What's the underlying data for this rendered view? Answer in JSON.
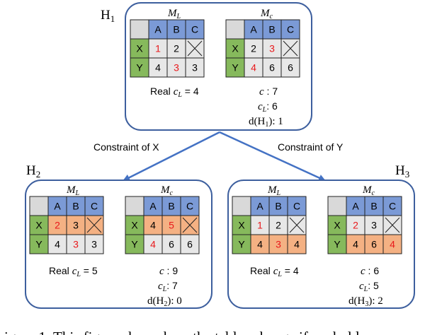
{
  "colors": {
    "header": "#7b9ad6",
    "row": "#86b95c",
    "corner": "#d9d9d9",
    "cell": "#e7e7e7",
    "highlight": "#f4b183",
    "red": "#e8191c",
    "box_border": "#3d5f9e",
    "arrow": "#4472c4"
  },
  "columns": [
    "A",
    "B",
    "C"
  ],
  "rows": [
    "X",
    "Y"
  ],
  "h1": {
    "label": "H",
    "sub": "1",
    "ml": {
      "title": "M",
      "title_sub": "L",
      "cells": [
        [
          {
            "v": "1",
            "red": true,
            "hl": false
          },
          {
            "v": "2",
            "red": false,
            "hl": false
          },
          {
            "v": "",
            "x": true
          }
        ],
        [
          {
            "v": "4",
            "red": false,
            "hl": false
          },
          {
            "v": "3",
            "red": true,
            "hl": false
          },
          {
            "v": "3",
            "red": false,
            "hl": false
          }
        ]
      ]
    },
    "mc": {
      "title": "M",
      "title_sub": "c",
      "cells": [
        [
          {
            "v": "2",
            "red": false,
            "hl": false
          },
          {
            "v": "3",
            "red": true,
            "hl": false
          },
          {
            "v": "",
            "x": true
          }
        ],
        [
          {
            "v": "4",
            "red": true,
            "hl": false
          },
          {
            "v": "6",
            "red": false,
            "hl": false
          },
          {
            "v": "6",
            "red": false,
            "hl": false
          }
        ]
      ]
    },
    "left_caption": {
      "pre": "Real ",
      "var": "c",
      "sub": "L",
      "post": " = 4"
    },
    "c_line": {
      "var": "c",
      "post": " : 7"
    },
    "cl_line": {
      "var": "c",
      "sub": "L",
      "post": ": 6"
    },
    "d_line": {
      "pre": "d(H",
      "sub": "1",
      "post": "): 1"
    }
  },
  "h2": {
    "label": "H",
    "sub": "2",
    "ml": {
      "title": "M",
      "title_sub": "L",
      "cells": [
        [
          {
            "v": "2",
            "red": true,
            "hl": true
          },
          {
            "v": "3",
            "red": false,
            "hl": true
          },
          {
            "v": "",
            "x": true,
            "hl": true
          }
        ],
        [
          {
            "v": "4",
            "red": false,
            "hl": false
          },
          {
            "v": "3",
            "red": true,
            "hl": false
          },
          {
            "v": "3",
            "red": false,
            "hl": false
          }
        ]
      ]
    },
    "mc": {
      "title": "M",
      "title_sub": "c",
      "cells": [
        [
          {
            "v": "4",
            "red": false,
            "hl": true
          },
          {
            "v": "5",
            "red": true,
            "hl": true
          },
          {
            "v": "",
            "x": true,
            "hl": true
          }
        ],
        [
          {
            "v": "4",
            "red": true,
            "hl": false
          },
          {
            "v": "6",
            "red": false,
            "hl": false
          },
          {
            "v": "6",
            "red": false,
            "hl": false
          }
        ]
      ]
    },
    "left_caption": {
      "pre": "Real ",
      "var": "c",
      "sub": "L",
      "post": " = 5"
    },
    "c_line": {
      "var": "c",
      "post": " : 9"
    },
    "cl_line": {
      "var": "c",
      "sub": "L",
      "post": ": 7"
    },
    "d_line": {
      "pre": "d(H",
      "sub": "2",
      "post": "): 0"
    }
  },
  "h3": {
    "label": "H",
    "sub": "3",
    "ml": {
      "title": "M",
      "title_sub": "L",
      "cells": [
        [
          {
            "v": "1",
            "red": true,
            "hl": false
          },
          {
            "v": "2",
            "red": false,
            "hl": false
          },
          {
            "v": "",
            "x": true
          }
        ],
        [
          {
            "v": "4",
            "red": false,
            "hl": true
          },
          {
            "v": "3",
            "red": true,
            "hl": true
          },
          {
            "v": "4",
            "red": false,
            "hl": true
          }
        ]
      ]
    },
    "mc": {
      "title": "M",
      "title_sub": "c",
      "cells": [
        [
          {
            "v": "2",
            "red": true,
            "hl": false
          },
          {
            "v": "3",
            "red": false,
            "hl": false
          },
          {
            "v": "",
            "x": true
          }
        ],
        [
          {
            "v": "4",
            "red": false,
            "hl": true
          },
          {
            "v": "6",
            "red": false,
            "hl": true
          },
          {
            "v": "4",
            "red": true,
            "hl": true
          }
        ]
      ]
    },
    "left_caption": {
      "pre": "Real ",
      "var": "c",
      "sub": "L",
      "post": " = 4"
    },
    "c_line": {
      "var": "c",
      "post": " : 6"
    },
    "cl_line": {
      "var": "c",
      "sub": "L",
      "post": ": 5"
    },
    "d_line": {
      "pre": "d(H",
      "sub": "3",
      "post": "): 2"
    }
  },
  "edges": {
    "left_label": "Constraint of X",
    "right_label": "Constraint of Y"
  },
  "caption_fragment": "igure 1. This figure shows how the tables change if we hold"
}
